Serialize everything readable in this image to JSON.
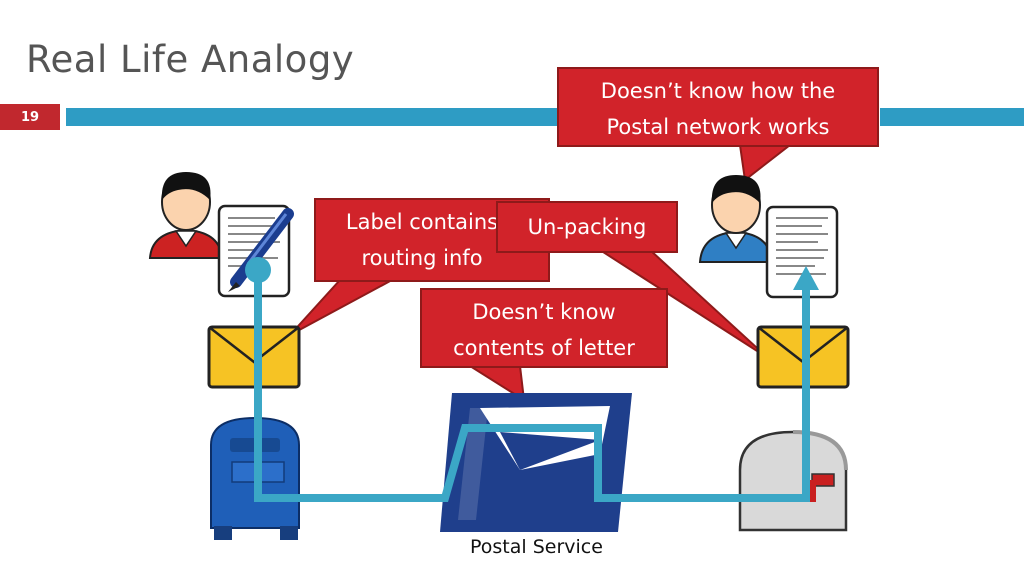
{
  "slide": {
    "title": "Real Life Analogy",
    "number": "19"
  },
  "callouts": {
    "network": {
      "line1": "Doesn’t know how the",
      "line2": "Postal network works"
    },
    "label": {
      "line1": "Label contains",
      "line2": "routing info"
    },
    "unpacking": {
      "line1": "Un-packing"
    },
    "contents": {
      "line1": "Doesn’t know",
      "line2": "contents of letter"
    }
  },
  "caption": "Postal Service",
  "colors": {
    "accent_bar": "#2e9cc4",
    "callout_red": "#d1232a",
    "path_blue": "#3ba7c6",
    "usps_blue": "#1f3f8c"
  }
}
